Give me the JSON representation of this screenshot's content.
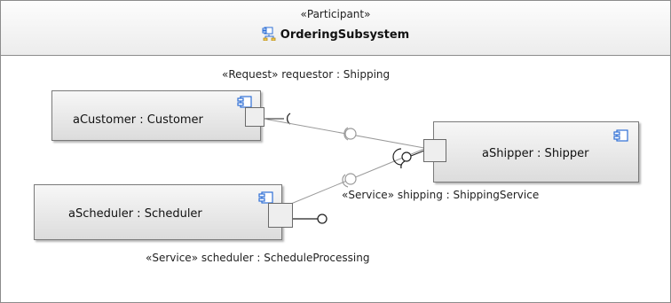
{
  "participant": {
    "stereotype": "«Participant»",
    "name": "OrderingSubsystem"
  },
  "parts": [
    {
      "id": "customer",
      "label": "aCustomer : Customer"
    },
    {
      "id": "shipper",
      "label": "aShipper : Shipper"
    },
    {
      "id": "scheduler",
      "label": "aScheduler : Scheduler"
    }
  ],
  "port_labels": {
    "requestor": "«Request» requestor : Shipping",
    "shipping": "«Service» shipping : ShippingService",
    "scheduler": "«Service» scheduler : ScheduleProcessing"
  },
  "icons": {
    "participant": "participant-component-icon",
    "part": "component-icon"
  },
  "colors": {
    "header_bg": "#ececec",
    "part_fill": "#dcdcdc",
    "border": "#7a7a7a",
    "icon_blue": "#2e6fd6"
  }
}
